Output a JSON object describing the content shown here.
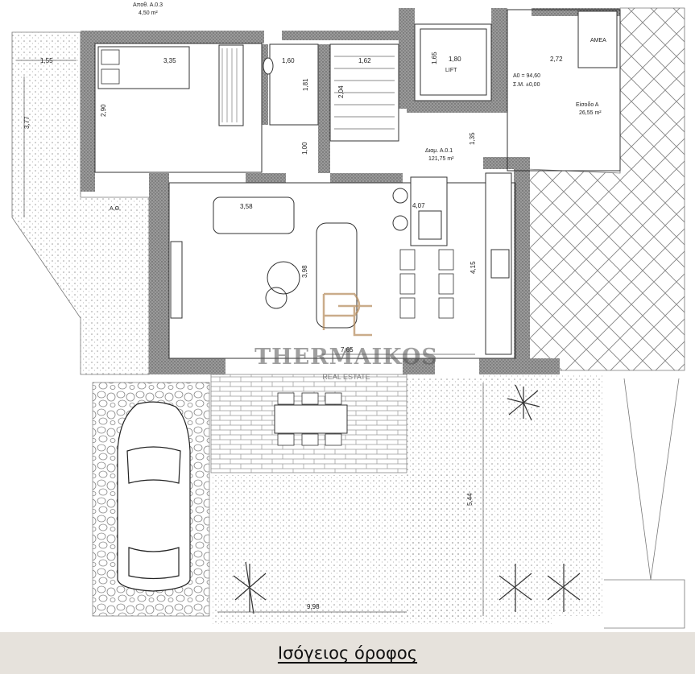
{
  "caption": "Ισόγειος όροφος",
  "watermark": {
    "brand": "THERMAIKOS",
    "subtitle": "REAL ESTATE"
  },
  "colors": {
    "wall": "#555555",
    "paving": "#aaaaaa",
    "caption_bg": "#e6e2dc",
    "watermark_gold": "#b48a5a"
  },
  "labels": {
    "storage_title": "Αποθ. Α.0.3",
    "storage_area": "4,50 m²",
    "dim_155": "1,55",
    "dim_377": "3,77",
    "dim_335": "3,35",
    "dim_290": "2,90",
    "dim_160": "1,60",
    "dim_181": "1,81",
    "dim_162": "1,62",
    "dim_204": "2,04",
    "dim_100": "1,00",
    "dim_165": "1,65",
    "dim_180": "1,80",
    "lift": "LIFT",
    "level_a0": "Α0 = 94,60",
    "level_sm": "Σ.Μ. ±0,00",
    "dim_272": "2,72",
    "amea": "ΑΜΕΑ",
    "entrance_title": "Είσοδο Α",
    "entrance_area": "26,55 m²",
    "dim_135": "1,35",
    "living_title": "Διαμ. Α.0.1",
    "living_area": "121,75 m²",
    "ao": "Α.Θ.",
    "dim_358": "3,58",
    "dim_407": "4,07",
    "dim_398": "3,98",
    "dim_415": "4,15",
    "dim_765": "7,65",
    "dim_544": "5,44",
    "dim_998": "9,98"
  }
}
